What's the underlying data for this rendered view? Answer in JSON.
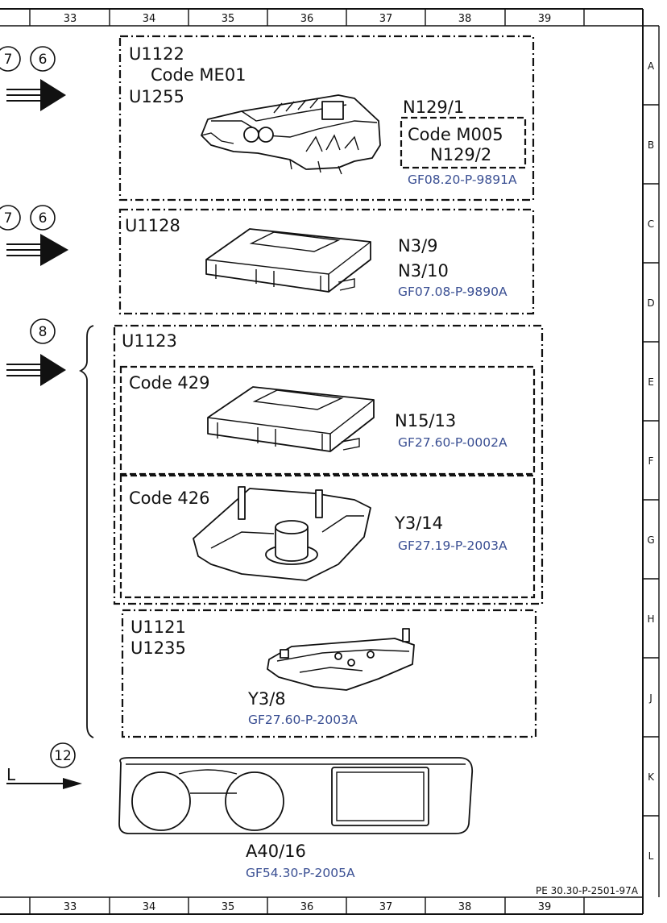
{
  "ruler": {
    "columns": [
      "33",
      "34",
      "35",
      "36",
      "37",
      "38",
      "39"
    ],
    "rows": [
      "A",
      "B",
      "C",
      "D",
      "E",
      "F",
      "G",
      "H",
      "J",
      "K",
      "L"
    ]
  },
  "connectors": {
    "c7a": "7",
    "c6a": "6",
    "c7b": "7",
    "c6b": "6",
    "c8": "8",
    "c12": "12",
    "l_label": "L"
  },
  "blocks": {
    "b1": {
      "line1": "U1122",
      "line2": "Code ME01",
      "line3": "U1255",
      "part": "N129/1",
      "sub_code": "Code M005",
      "sub_part": "N129/2",
      "ref": "GF08.20-P-9891A"
    },
    "b2": {
      "code": "U1128",
      "part1": "N3/9",
      "part2": "N3/10",
      "ref": "GF07.08-P-9890A"
    },
    "b3": {
      "code": "U1123"
    },
    "b3a": {
      "code": "Code 429",
      "part": "N15/13",
      "ref": "GF27.60-P-0002A"
    },
    "b3b": {
      "code": "Code 426",
      "part": "Y3/14",
      "ref": "GF27.19-P-2003A"
    },
    "b4": {
      "line1": "U1121",
      "line2": "U1235",
      "part": "Y3/8",
      "ref": "GF27.60-P-2003A"
    },
    "b5": {
      "part": "A40/16",
      "ref": "GF54.30-P-2005A"
    }
  },
  "footer": {
    "doc_id": "PE 30.30-P-2501-97A"
  }
}
